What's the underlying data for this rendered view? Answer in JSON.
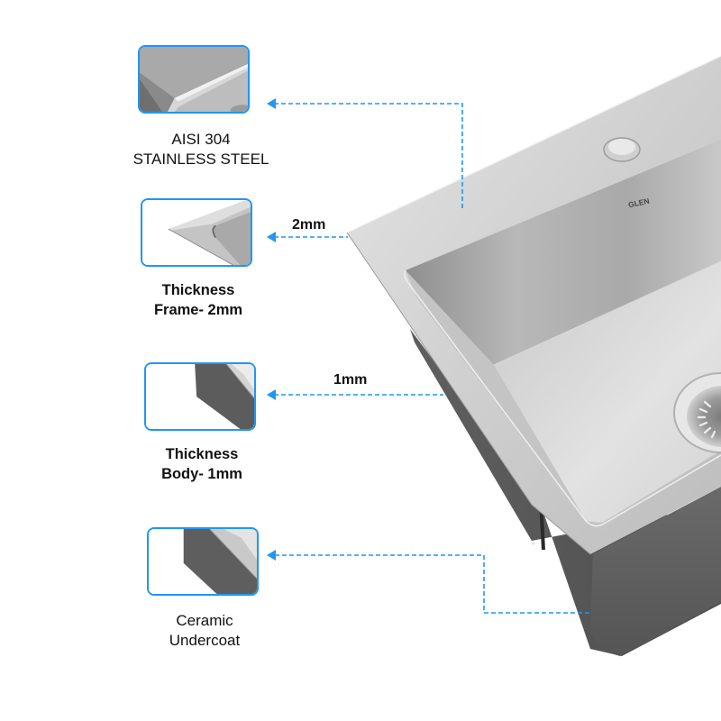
{
  "colors": {
    "accent": "#2196F3",
    "text": "#111111",
    "steel_light": "#d9d9d9",
    "steel_mid": "#b5b5b5",
    "steel_dark": "#6e6e6e",
    "body_dark": "#5a5a5a"
  },
  "product": {
    "brand_mark": "GLEN",
    "type": "stainless steel kitchen sink"
  },
  "callouts": [
    {
      "id": "material",
      "label_lines": [
        "AISI 304",
        "STAINLESS STEEL"
      ],
      "dimension": null,
      "thumbnail": "sink-inner-corner-closeup"
    },
    {
      "id": "frame-thickness",
      "label_lines": [
        "Thickness",
        "Frame- 2mm"
      ],
      "dimension": "2mm",
      "thumbnail": "frame-edge-closeup"
    },
    {
      "id": "body-thickness",
      "label_lines": [
        "Thickness",
        "Body- 1mm"
      ],
      "dimension": "1mm",
      "thumbnail": "body-wall-closeup"
    },
    {
      "id": "undercoat",
      "label_lines": [
        "Ceramic",
        "Undercoat"
      ],
      "dimension": null,
      "thumbnail": "undercoat-closeup"
    }
  ]
}
